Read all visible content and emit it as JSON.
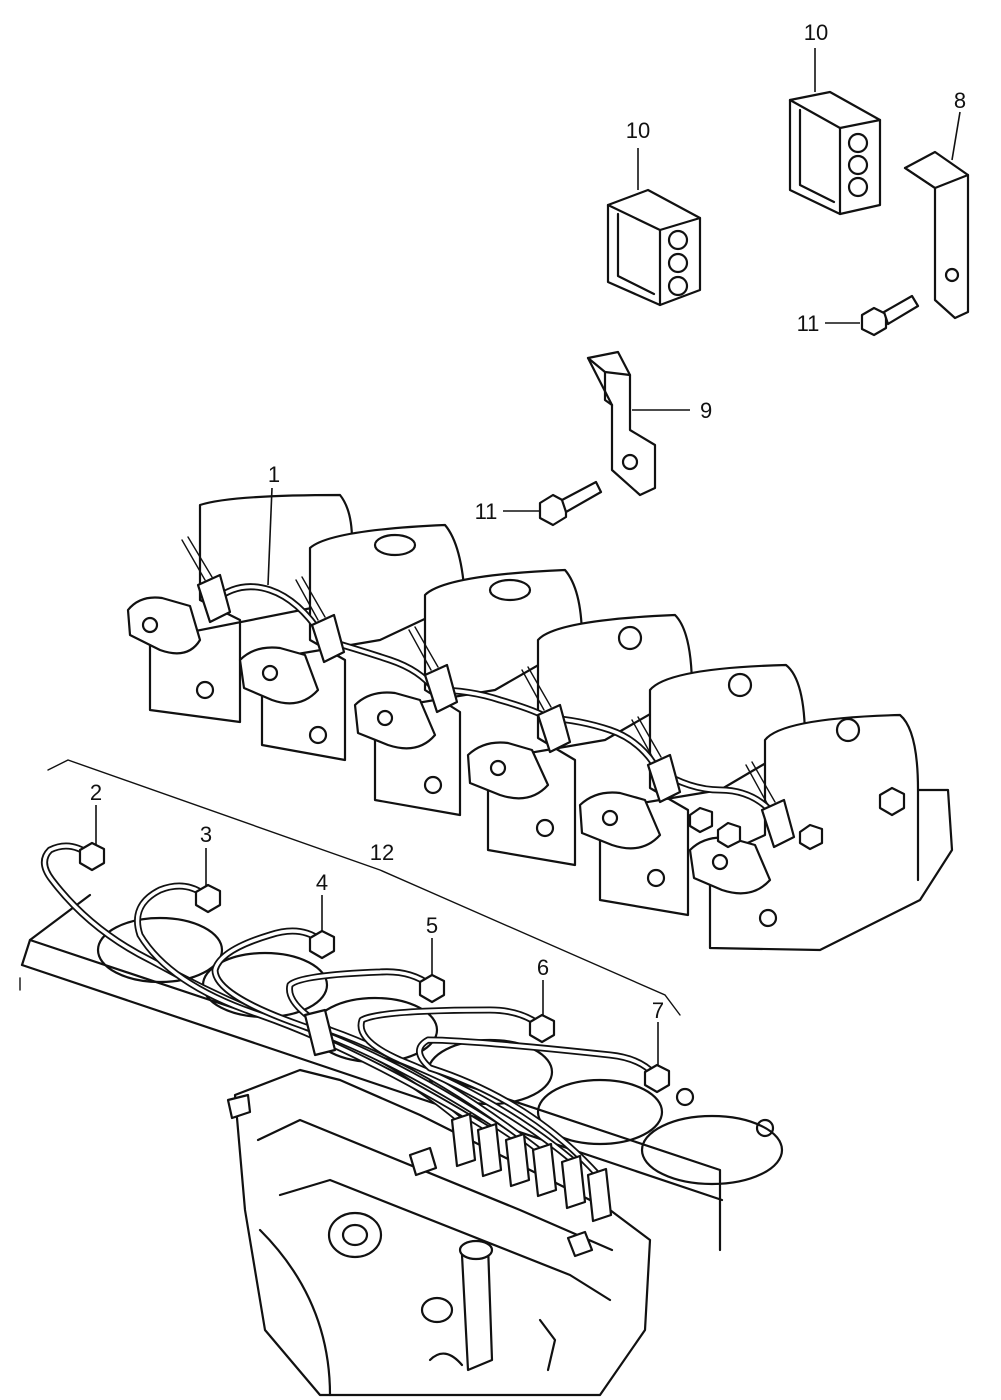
{
  "callouts": {
    "c1": "1",
    "c2": "2",
    "c3": "3",
    "c4": "4",
    "c5": "5",
    "c6": "6",
    "c7": "7",
    "c8": "8",
    "c9": "9",
    "c10a": "10",
    "c10b": "10",
    "c11a": "11",
    "c11b": "11",
    "c12": "12"
  }
}
